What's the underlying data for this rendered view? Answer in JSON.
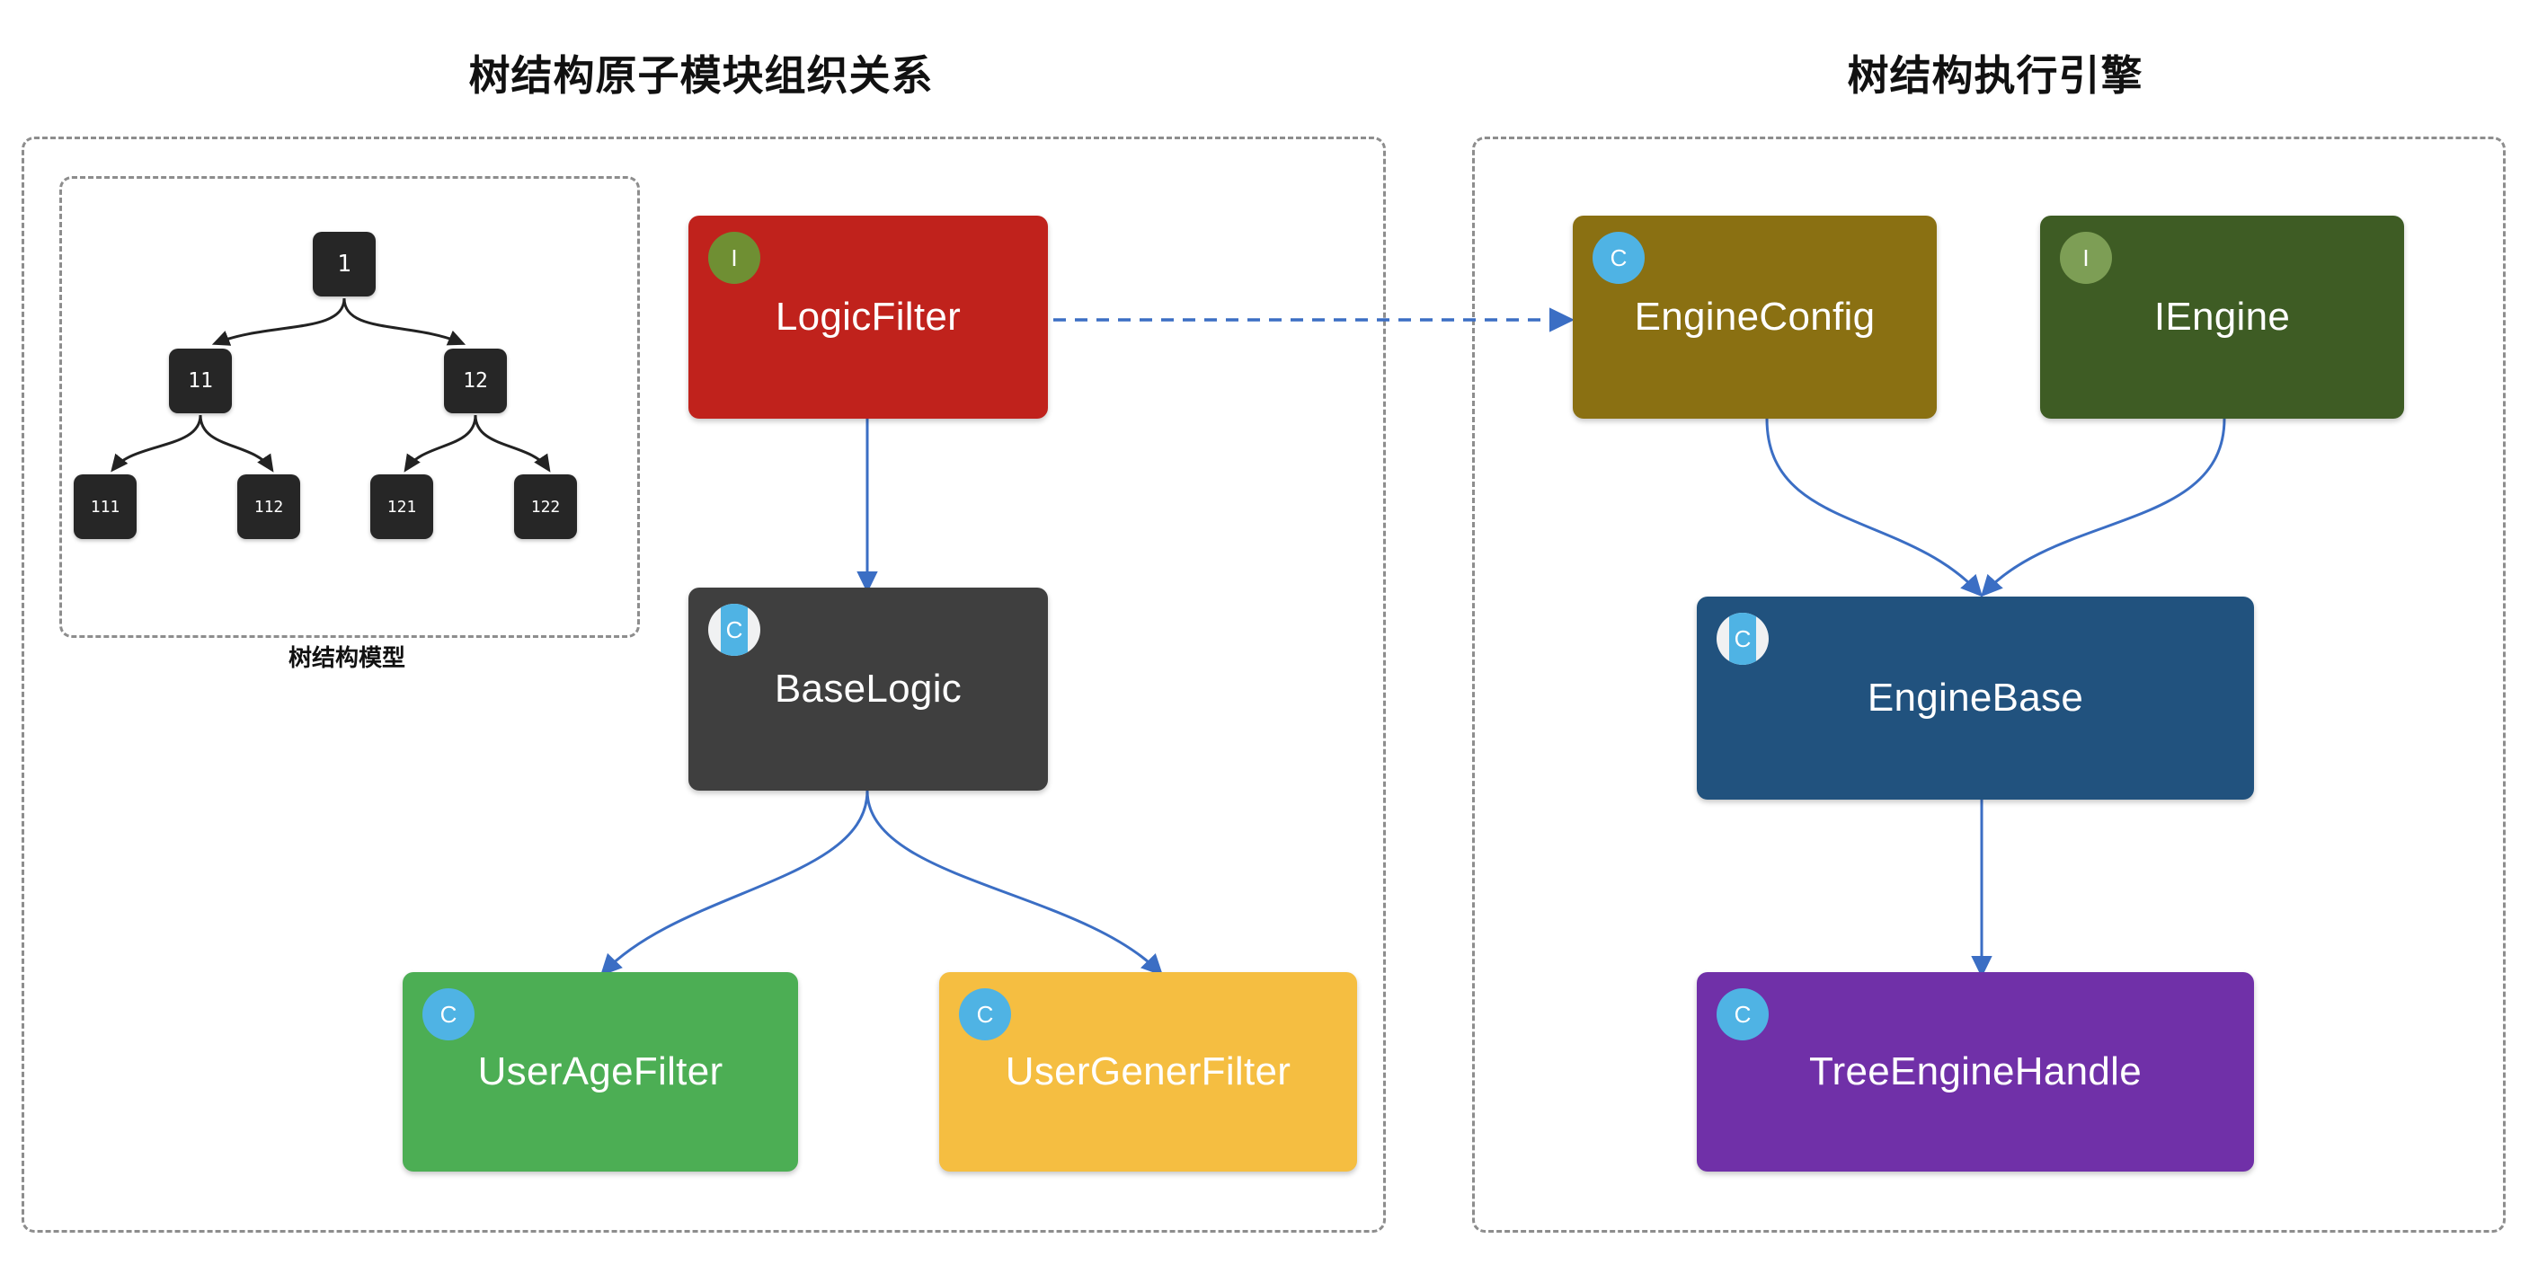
{
  "panels": {
    "left": {
      "title": "树结构原子模块组织关系",
      "tree_caption": "树结构模型",
      "tree_nodes": [
        {
          "id": "1",
          "label": "1"
        },
        {
          "id": "11",
          "label": "11"
        },
        {
          "id": "12",
          "label": "12"
        },
        {
          "id": "111",
          "label": "111"
        },
        {
          "id": "112",
          "label": "112"
        },
        {
          "id": "121",
          "label": "121"
        },
        {
          "id": "122",
          "label": "122"
        }
      ],
      "boxes": [
        {
          "key": "logic_filter",
          "label": "LogicFilter",
          "badge": "I",
          "badge_style": "i-olive",
          "fill": "#C0221C"
        },
        {
          "key": "base_logic",
          "label": "BaseLogic",
          "badge": "C",
          "badge_style": "c-split",
          "fill": "#3F3F3F"
        },
        {
          "key": "user_age_filter",
          "label": "UserAgeFilter",
          "badge": "C",
          "badge_style": "c-plain",
          "fill": "#4CAE54"
        },
        {
          "key": "user_gener_filter",
          "label": "UserGenerFilter",
          "badge": "C",
          "badge_style": "c-plain",
          "fill": "#F5BE41"
        }
      ]
    },
    "right": {
      "title": "树结构执行引擎",
      "boxes": [
        {
          "key": "engine_config",
          "label": "EngineConfig",
          "badge": "C",
          "badge_style": "c-plain",
          "fill": "#8A7012"
        },
        {
          "key": "iengine",
          "label": "IEngine",
          "badge": "I",
          "badge_style": "i-ltgreen",
          "fill": "#3E5C24"
        },
        {
          "key": "engine_base",
          "label": "EngineBase",
          "badge": "C",
          "badge_style": "c-split",
          "fill": "#21527E"
        },
        {
          "key": "tree_engine_handle",
          "label": "TreeEngineHandle",
          "badge": "C",
          "badge_style": "c-plain",
          "fill": "#7030A8"
        }
      ]
    }
  },
  "colors": {
    "arrow_blue": "#3B6EC4",
    "tree_edge": "#222222",
    "container_border": "#8d8d8d",
    "tree_node_fill": "#262626",
    "badge_blue": "#4FB3E4"
  },
  "edges": [
    {
      "from": "logic_filter",
      "to": "base_logic",
      "style": "solid",
      "arrow": true
    },
    {
      "from": "base_logic",
      "to": "user_age_filter",
      "style": "curve",
      "arrow": true
    },
    {
      "from": "base_logic",
      "to": "user_gener_filter",
      "style": "curve",
      "arrow": true
    },
    {
      "from": "logic_filter",
      "to": "engine_config",
      "style": "dashed",
      "arrow": true
    },
    {
      "from": "engine_config",
      "to": "engine_base",
      "style": "curve",
      "arrow": true
    },
    {
      "from": "iengine",
      "to": "engine_base",
      "style": "curve",
      "arrow": true
    },
    {
      "from": "engine_base",
      "to": "tree_engine_handle",
      "style": "solid",
      "arrow": true
    },
    {
      "from": "1",
      "to": "11",
      "style": "tree",
      "arrow": true
    },
    {
      "from": "1",
      "to": "12",
      "style": "tree",
      "arrow": true
    },
    {
      "from": "11",
      "to": "111",
      "style": "tree",
      "arrow": true
    },
    {
      "from": "11",
      "to": "112",
      "style": "tree",
      "arrow": true
    },
    {
      "from": "12",
      "to": "121",
      "style": "tree",
      "arrow": true
    },
    {
      "from": "12",
      "to": "122",
      "style": "tree",
      "arrow": true
    }
  ]
}
